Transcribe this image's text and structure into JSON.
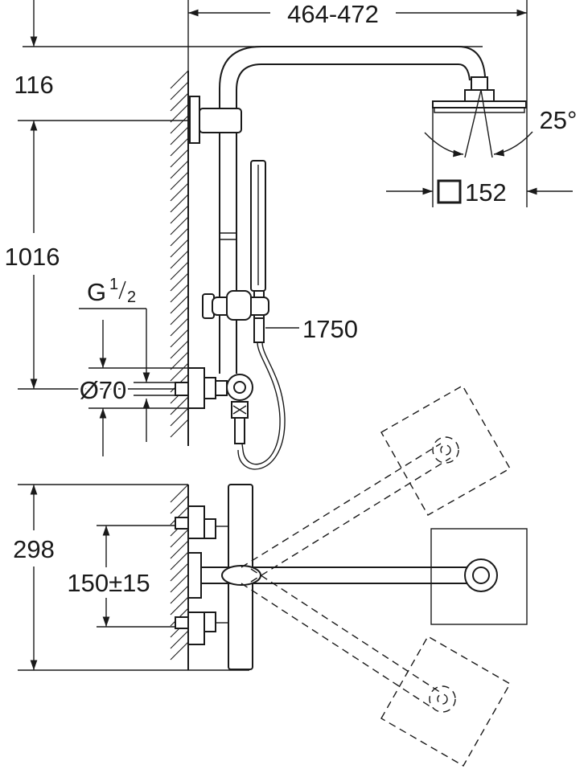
{
  "dimensions": {
    "top_width": "464-472",
    "height_116": "116",
    "height_1016": "1016",
    "thread_g": "G",
    "thread_num": "1",
    "thread_den": "2",
    "diameter": "Ø70",
    "hose": "1750",
    "angle": "25°",
    "head_size": "152",
    "height_298": "298",
    "spacing": "150±15"
  }
}
